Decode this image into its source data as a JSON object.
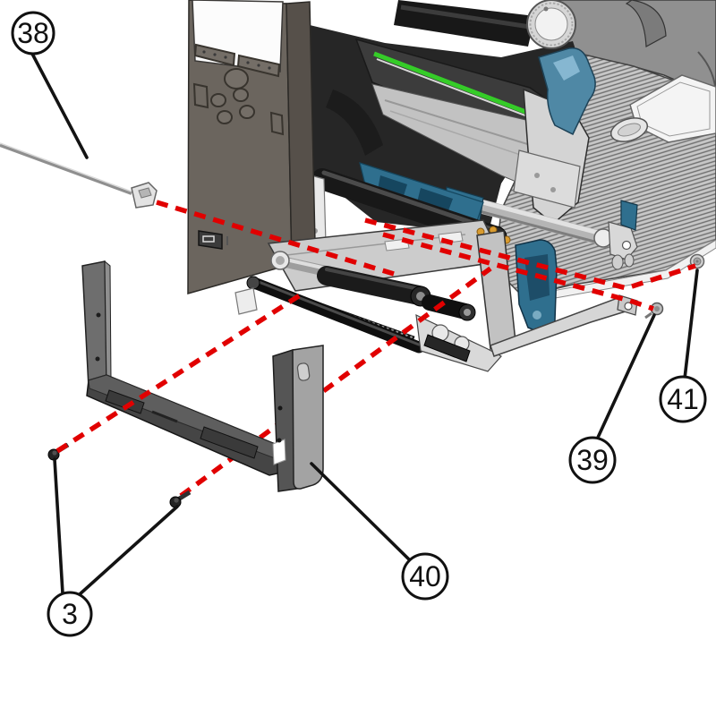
{
  "callouts": [
    {
      "part": "38"
    },
    {
      "part": "3"
    },
    {
      "part": "40"
    },
    {
      "part": "39"
    },
    {
      "part": "41"
    }
  ],
  "colors": {
    "assembly_line": "#e10000",
    "printhead_stripe": "#35cc28",
    "lever_blue": "#4f88a5",
    "cover_teal": "#2f6f8e",
    "body_gray": "#6b655e"
  }
}
